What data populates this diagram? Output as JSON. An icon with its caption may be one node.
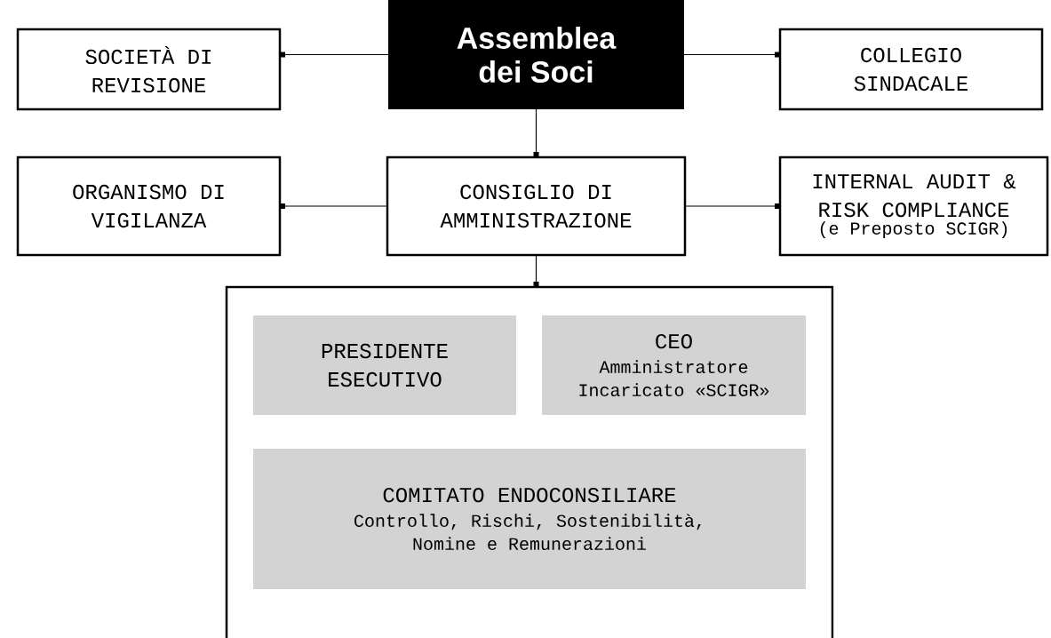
{
  "diagram": {
    "nodes": [
      {
        "text": [
          "SOCIETÀ DI REVISIONE"
        ]
      },
      {
        "text": [
          "Assemblea dei Soci"
        ]
      },
      {
        "text": [
          "COLLEGIO SINDACALE"
        ]
      },
      {
        "text": [
          "ORGANISMO DI VIGILANZA"
        ]
      },
      {
        "text": [
          "CONSIGLIO DI AMMINISTRAZIONE"
        ]
      },
      {
        "text": [
          "INTERNAL AUDIT & RISK COMPLIANCE",
          "(e Preposto SCIGR)"
        ]
      },
      {
        "text": [],
        "shape": "box"
      },
      {
        "text": [
          "PRESIDENTE ESECUTIVO"
        ],
        "in": 6
      },
      {
        "text": [
          "CEO",
          "Amministratore Incaricato «SCIGR»"
        ],
        "in": 6
      },
      {
        "text": [
          "COMITATO ENDOCONSILIARE",
          "Controllo, Rischi, Sostenibilità, Nomine e Remunerazioni"
        ],
        "in": 6
      }
    ],
    "edges": [
      {
        "from": 1,
        "to": 0,
        "arrow": "other"
      },
      {
        "from": 1,
        "to": 2,
        "arrow": "other"
      },
      {
        "from": 1,
        "to": 4,
        "arrow": "other"
      },
      {
        "from": 4,
        "to": 3,
        "arrow": "other"
      },
      {
        "from": 4,
        "to": 5,
        "arrow": "other"
      },
      {
        "from": 4,
        "to": 6,
        "arrow": "other"
      }
    ]
  }
}
